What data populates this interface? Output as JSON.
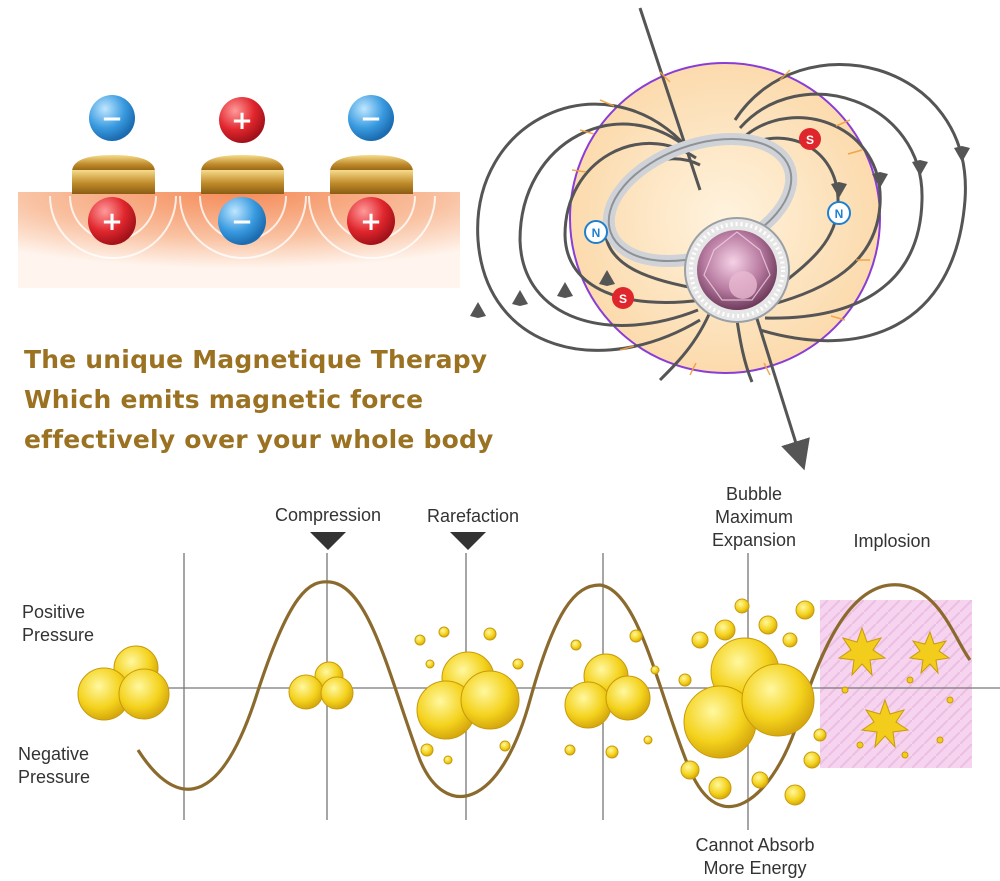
{
  "headline": {
    "line1": "The unique Magnetique Therapy",
    "line2": "Which emits magnetic force",
    "line3": "effectively over your whole body"
  },
  "charges": {
    "top": [
      "−",
      "+",
      "−"
    ],
    "bottom": [
      "+",
      "−",
      "+"
    ],
    "negative_color": "#3a9be0",
    "positive_color": "#e0262d"
  },
  "poles": {
    "north": "N",
    "south": "S",
    "north_color": "#1f7fd0",
    "south_color": "#e0262d"
  },
  "wave": {
    "labels": {
      "compression": "Compression",
      "rarefaction": "Rarefaction",
      "bubble_max_line1": "Bubble",
      "bubble_max_line2": "Maximum",
      "bubble_max_line3": "Expansion",
      "implosion": "Implosion",
      "positive_line1": "Positive",
      "positive_line2": "Pressure",
      "negative_line1": "Negative",
      "negative_line2": "Pressure",
      "cannot_line1": "Cannot Absorb",
      "cannot_line2": "More Energy"
    },
    "line_color": "#8b6a2e",
    "bubble_color": "#f4d21c"
  },
  "colors": {
    "headline": "#9a7222",
    "gold": "#c9a03a",
    "skin": "#f7b592",
    "field_disc": "#fde3c0",
    "field_ring": "#8a3dd6"
  }
}
